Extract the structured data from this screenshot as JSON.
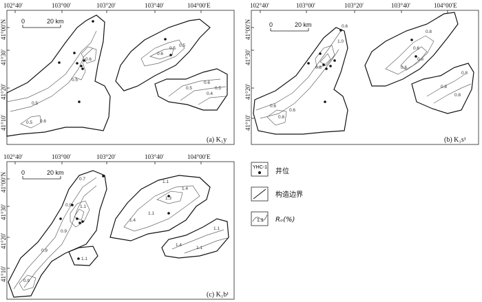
{
  "axes": {
    "longitudes": [
      "102°40′",
      "103°00′",
      "103°20′",
      "103°40′",
      "104°00′E"
    ],
    "latitudes": [
      "41°00′N",
      "41°30′",
      "41°20′",
      "41°10′"
    ]
  },
  "panels": [
    {
      "id": "a",
      "label": "(a) K₁y",
      "scale_label": "20 km",
      "scale_zero": "0",
      "contour_labels": [
        "0.5",
        "0.6",
        "0.5",
        "0.6",
        "0.5",
        "0.5",
        "0.6",
        "0.5",
        "0.4",
        "0.6",
        "0.5",
        "0.5"
      ]
    },
    {
      "id": "b",
      "label": "(b) K₁s¹",
      "scale_label": "20 km",
      "scale_zero": "0",
      "contour_labels": [
        "0.6",
        "1.0",
        "0.8",
        "0.8",
        "0.6",
        "0.6",
        "0.8",
        "0.6",
        "0.8",
        "0.6",
        "0.8",
        "0.8",
        "0.8"
      ]
    },
    {
      "id": "c",
      "label": "(c) K₁b¹",
      "scale_label": "20 km",
      "scale_zero": "0",
      "contour_labels": [
        "0.7",
        "0.9",
        "1.1",
        "0.9",
        "0.9",
        "0.9",
        "1.1",
        "1.4",
        "1.3",
        "1.4",
        "1.1",
        "1.1",
        "1.4",
        "1.1",
        "1.1"
      ]
    }
  ],
  "legend": {
    "well_code": "YHC-1",
    "well_label": "井位",
    "boundary_label": "构造边界",
    "contour_value": "1.1",
    "ro_label": "Rₒ(%)"
  }
}
